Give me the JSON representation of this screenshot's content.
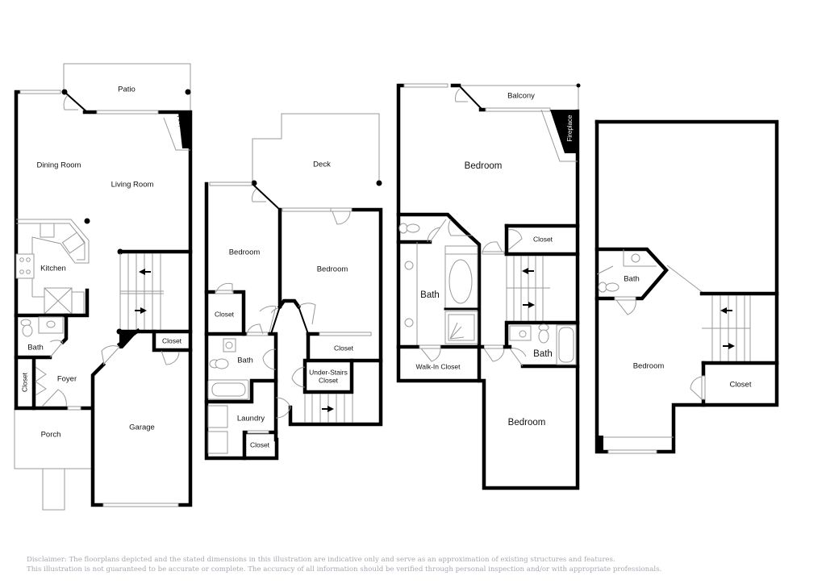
{
  "floorplans": [
    {
      "floor_index": 1,
      "rooms": [
        {
          "id": "patio",
          "label": "Patio"
        },
        {
          "id": "dining-room",
          "label": "Dining Room"
        },
        {
          "id": "living-room",
          "label": "Living Room"
        },
        {
          "id": "fireplace",
          "label": "Fireplace"
        },
        {
          "id": "kitchen",
          "label": "Kitchen"
        },
        {
          "id": "bath",
          "label": "Bath"
        },
        {
          "id": "closet-foyer",
          "label": "Closet"
        },
        {
          "id": "foyer",
          "label": "Foyer"
        },
        {
          "id": "closet-garage",
          "label": "Closet"
        },
        {
          "id": "garage",
          "label": "Garage"
        },
        {
          "id": "porch",
          "label": "Porch"
        }
      ]
    },
    {
      "floor_index": 2,
      "rooms": [
        {
          "id": "deck",
          "label": "Deck"
        },
        {
          "id": "bedroom-left",
          "label": "Bedroom"
        },
        {
          "id": "bedroom-right",
          "label": "Bedroom"
        },
        {
          "id": "closet-left",
          "label": "Closet"
        },
        {
          "id": "bath",
          "label": "Bath"
        },
        {
          "id": "closet-right",
          "label": "Closet"
        },
        {
          "id": "under-stairs-closet-1",
          "label": "Under-Stairs"
        },
        {
          "id": "under-stairs-closet-2",
          "label": "Closet"
        },
        {
          "id": "laundry",
          "label": "Laundry"
        },
        {
          "id": "closet-laundry",
          "label": "Closet"
        }
      ]
    },
    {
      "floor_index": 3,
      "rooms": [
        {
          "id": "balcony",
          "label": "Balcony"
        },
        {
          "id": "fireplace",
          "label": "Fireplace"
        },
        {
          "id": "bedroom-master",
          "label": "Bedroom"
        },
        {
          "id": "closet",
          "label": "Closet"
        },
        {
          "id": "bath-master",
          "label": "Bath"
        },
        {
          "id": "bath-hall",
          "label": "Bath"
        },
        {
          "id": "walk-in-closet",
          "label": "Walk-In Closet"
        },
        {
          "id": "bedroom-lower",
          "label": "Bedroom"
        }
      ]
    },
    {
      "floor_index": 4,
      "rooms": [
        {
          "id": "bath",
          "label": "Bath"
        },
        {
          "id": "bedroom",
          "label": "Bedroom"
        },
        {
          "id": "closet",
          "label": "Closet"
        }
      ]
    }
  ],
  "disclaimer": {
    "line1": "Disclaimer: The floorplans depicted and the stated dimensions in this illustration are indicative only and serve as an approximation of existing structures and features.",
    "line2": "This illustration is not guaranteed to be accurate or complete. The accuracy of all information should be verified through personal inspection and/or with appropriate professionals."
  },
  "colors": {
    "wall": "#000000",
    "fixture_line": "#9a9a9a",
    "disclaimer_text": "#a8a8b4",
    "background": "#ffffff"
  }
}
